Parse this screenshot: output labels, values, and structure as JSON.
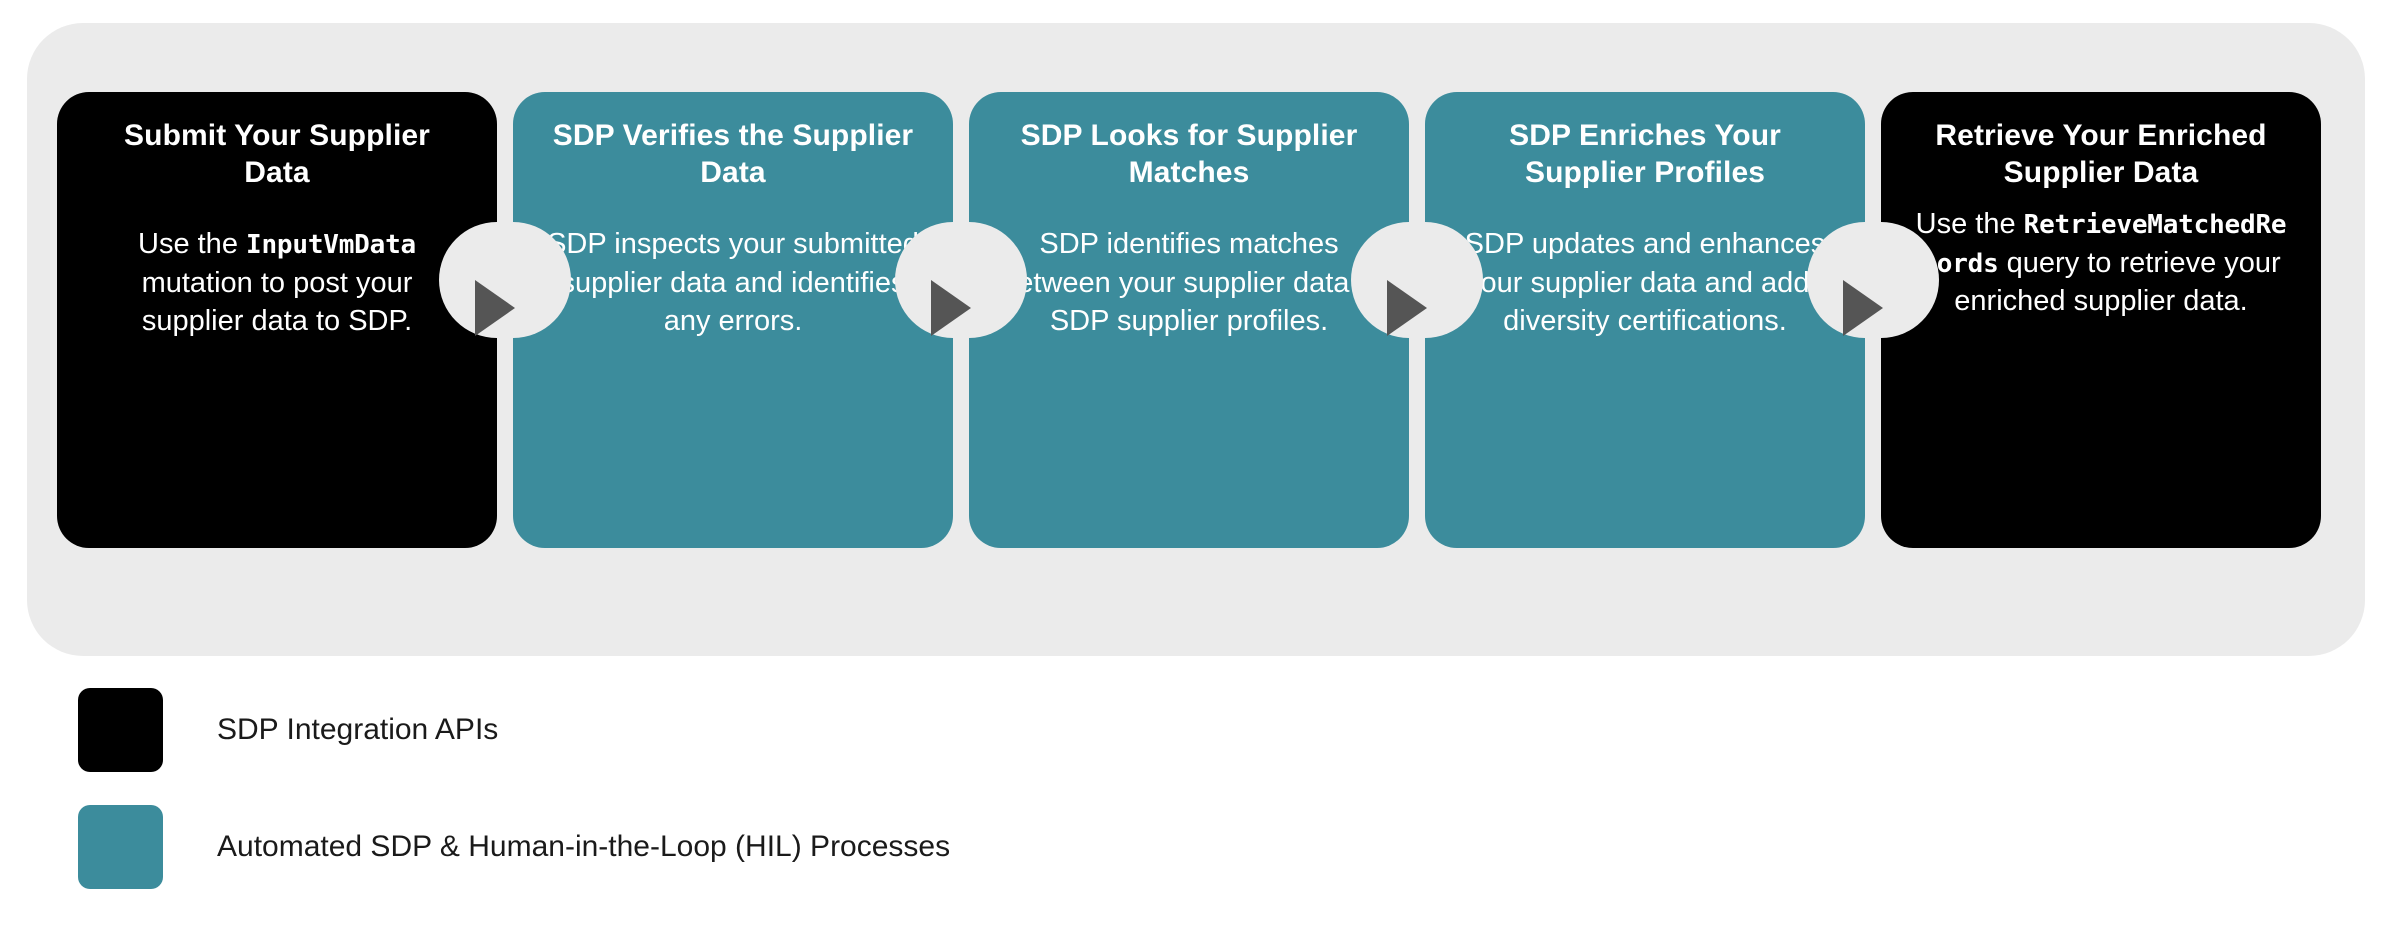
{
  "diagram": {
    "panel_bg": "#ebebeb",
    "arrow_color": "#555555",
    "steps": [
      {
        "id": "submit-supplier-data",
        "type": "api",
        "color": "#000000",
        "title": "Submit Your Supplier Data",
        "body_before": "Use the ",
        "body_code": "InputVmData",
        "body_after": " mutation to post your supplier data to SDP.",
        "code_inline": true
      },
      {
        "id": "sdp-verifies-supplier-data",
        "type": "process",
        "color": "#3c8c9c",
        "title": "SDP Verifies the Supplier Data",
        "body_before": "SDP inspects your submitted supplier data and identifies any errors.",
        "body_code": "",
        "body_after": "",
        "code_inline": false
      },
      {
        "id": "sdp-looks-for-supplier-matches",
        "type": "process",
        "color": "#3c8c9c",
        "title": "SDP Looks for Supplier Matches",
        "body_before": "SDP identifies matches between your supplier data & SDP supplier profiles.",
        "body_code": "",
        "body_after": "",
        "code_inline": false
      },
      {
        "id": "sdp-enriches-supplier-profiles",
        "type": "process",
        "color": "#3c8c9c",
        "title": "SDP Enriches Your Supplier Profiles",
        "body_before": "SDP updates and enhances your supplier data and adds diversity certifications.",
        "body_code": "",
        "body_after": "",
        "code_inline": false
      },
      {
        "id": "retrieve-enriched-supplier-data",
        "type": "api",
        "color": "#000000",
        "title": "Retrieve Your Enriched Supplier Data",
        "body_before": "Use the ",
        "body_code": "RetrieveMatchedRecords",
        "body_after": " query to retrieve your enriched supplier data.",
        "code_inline": true
      }
    ],
    "arrows": [
      {
        "id": "arrow-1",
        "from": "submit-supplier-data",
        "to": "sdp-verifies-supplier-data"
      },
      {
        "id": "arrow-2",
        "from": "sdp-verifies-supplier-data",
        "to": "sdp-looks-for-supplier-matches"
      },
      {
        "id": "arrow-3",
        "from": "sdp-looks-for-supplier-matches",
        "to": "sdp-enriches-supplier-profiles"
      },
      {
        "id": "arrow-4",
        "from": "sdp-enriches-supplier-profiles",
        "to": "retrieve-enriched-supplier-data"
      }
    ]
  },
  "legend": {
    "items": [
      {
        "id": "legend-api",
        "swatch_color": "#000000",
        "label": "SDP Integration APIs"
      },
      {
        "id": "legend-process",
        "swatch_color": "#3c8c9c",
        "label": "Automated SDP & Human-in-the-Loop (HIL) Processes"
      }
    ]
  }
}
